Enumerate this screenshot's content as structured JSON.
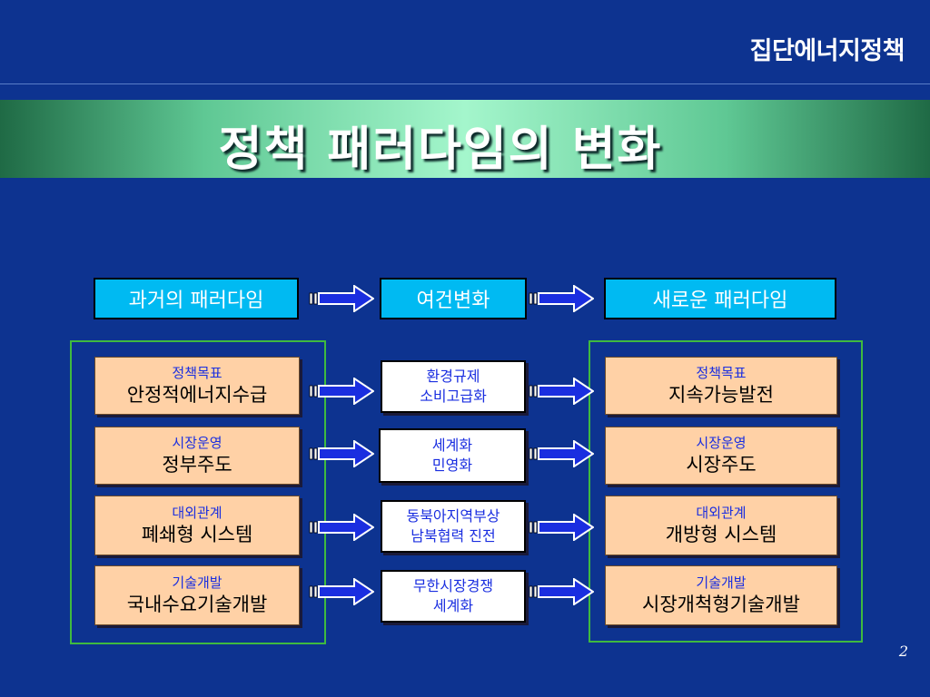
{
  "header": {
    "title": "집단에너지정책"
  },
  "banner": {
    "title": "정책 패러다임의 변화"
  },
  "columns": {
    "past": "과거의 패러다임",
    "change": "여건변화",
    "new": "새로운 패러다임"
  },
  "past_items": [
    {
      "category": "정책목표",
      "value": "안정적에너지수급"
    },
    {
      "category": "시장운영",
      "value": "정부주도"
    },
    {
      "category": "대외관계",
      "value": "폐쇄형 시스템"
    },
    {
      "category": "기술개발",
      "value": "국내수요기술개발"
    }
  ],
  "changes": [
    {
      "line1": "환경규제",
      "line2": "소비고급화"
    },
    {
      "line1": "세계화",
      "line2": "민영화"
    },
    {
      "line1": "동북아지역부상",
      "line2": "남북협력 진전"
    },
    {
      "line1": "무한시장경쟁",
      "line2": "세계화"
    }
  ],
  "new_items": [
    {
      "category": "정책목표",
      "value": "지속가능발전"
    },
    {
      "category": "시장운영",
      "value": "시장주도"
    },
    {
      "category": "대외관계",
      "value": "개방형 시스템"
    },
    {
      "category": "기술개발",
      "value": "시장개척형기술개발"
    }
  ],
  "footer": {
    "page_number": "2"
  },
  "colors": {
    "background": "#0d3390",
    "header_box": "#00baf2",
    "item_box": "#ffd1a6",
    "frame": "#3fba3f",
    "category_text": "#1a2ee0",
    "arrow_fill": "#1a2ee0"
  }
}
